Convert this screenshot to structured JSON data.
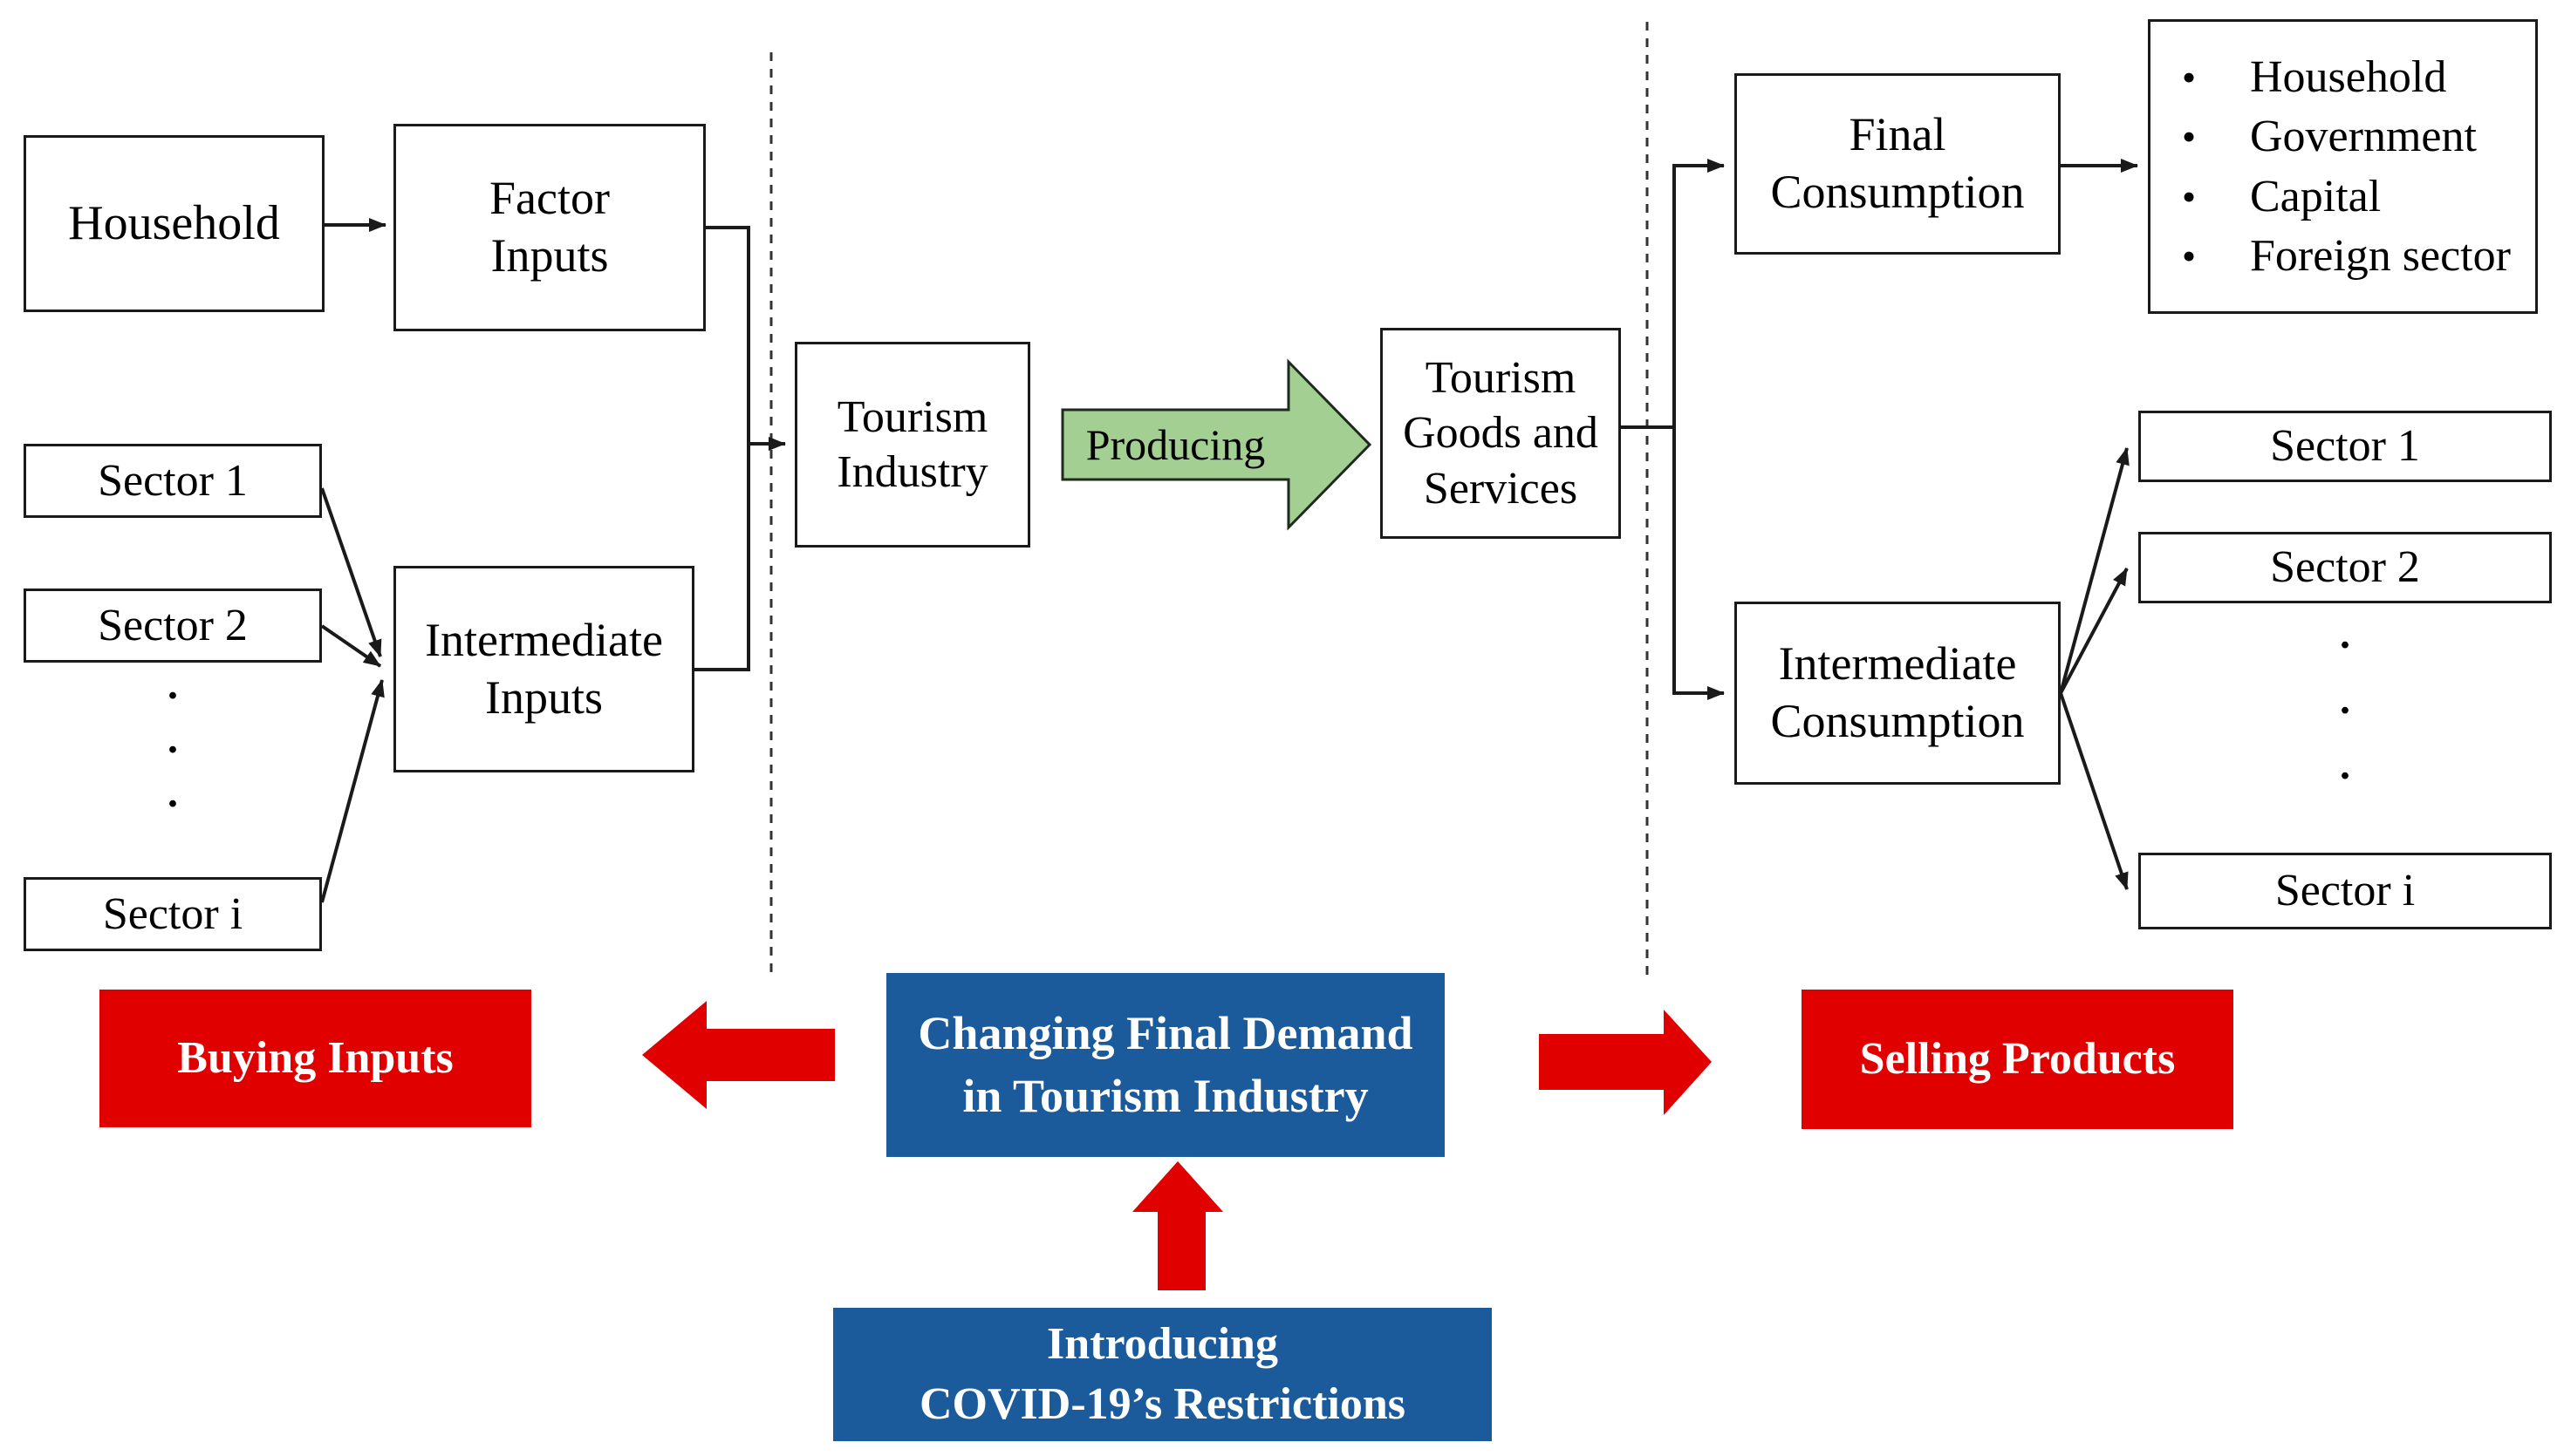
{
  "colors": {
    "red": "#e00000",
    "blue": "#1c5b9b",
    "green": "#a3d092"
  },
  "left_panel": {
    "household": "Household",
    "factor_inputs": "Factor\nInputs",
    "sectors": [
      "Sector 1",
      "Sector 2"
    ],
    "sector_i": "Sector i",
    "intermediate_inputs": "Intermediate\nInputs",
    "dots": ".\n.\n."
  },
  "center": {
    "tourism_industry": "Tourism\nIndustry",
    "producing": "Producing",
    "tourism_goods": "Tourism\nGoods and\nServices"
  },
  "right_panel": {
    "final_consumption": "Final\nConsumption",
    "bullet_char": "•",
    "final_consumers": [
      "Household",
      "Government",
      "Capital",
      "Foreign sector"
    ],
    "intermediate_consumption": "Intermediate\nConsumption",
    "sectors": [
      "Sector 1",
      "Sector 2"
    ],
    "sector_i": "Sector i",
    "dots": ".\n.\n."
  },
  "bottom": {
    "buying_inputs": "Buying Inputs",
    "changing_demand": "Changing Final Demand\nin Tourism Industry",
    "selling_products": "Selling Products",
    "covid": "Introducing\nCOVID-19’s Restrictions"
  }
}
